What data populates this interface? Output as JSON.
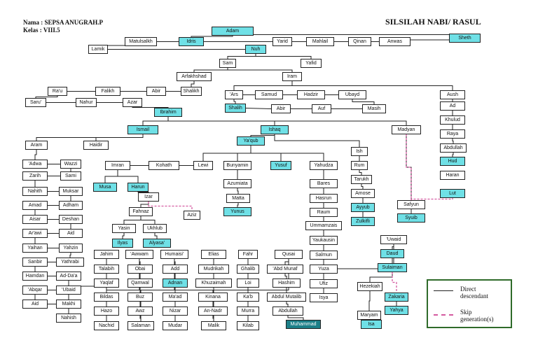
{
  "header": {
    "name": "Nama : SEPSA ANUGRAH.P",
    "class": "Kelas : VIII.5",
    "title": "SILSILAH NABI/ RASUL"
  },
  "legend": {
    "direct": "Direct descendant",
    "skip": "Skip generation(s)"
  },
  "colors": {
    "prophet": "#6fe0e6",
    "muhammad": "#1c7f88",
    "line": "#222222",
    "skip_line": "#d45aa0",
    "legend_border": "#2f6b2a"
  },
  "nodes": [
    {
      "id": "adam",
      "label": "Adam",
      "hl": true
    },
    {
      "id": "sheth",
      "label": "Sheth",
      "hl": true
    },
    {
      "id": "anwas",
      "label": "Anwas"
    },
    {
      "id": "qinan",
      "label": "Qinan"
    },
    {
      "id": "mahlail",
      "label": "Mahlail"
    },
    {
      "id": "yarid",
      "label": "Yarid"
    },
    {
      "id": "idris",
      "label": "Idris",
      "hl": true
    },
    {
      "id": "matusalkh",
      "label": "Matulsalkh"
    },
    {
      "id": "lamik",
      "label": "Lamik"
    },
    {
      "id": "nuh",
      "label": "Nuh",
      "hl": true
    },
    {
      "id": "sam",
      "label": "Sam"
    },
    {
      "id": "yafid",
      "label": "Yafid"
    },
    {
      "id": "arfakhshad",
      "label": "Arfakhshad"
    },
    {
      "id": "iram",
      "label": "Iram"
    },
    {
      "id": "shalikh",
      "label": "Shalikh"
    },
    {
      "id": "abir",
      "label": "Abir"
    },
    {
      "id": "falikh",
      "label": "Falikh"
    },
    {
      "id": "rafu",
      "label": "Ra'u"
    },
    {
      "id": "saru",
      "label": "Saru'"
    },
    {
      "id": "nahur",
      "label": "Nahur"
    },
    {
      "id": "azar",
      "label": "Azar"
    },
    {
      "id": "ibrahim",
      "label": "Ibrahim",
      "hl": true
    },
    {
      "id": "ars",
      "label": "'Ars"
    },
    {
      "id": "samud",
      "label": "Samud"
    },
    {
      "id": "hadzir",
      "label": "Hadzir"
    },
    {
      "id": "ubayd",
      "label": "Ubayd"
    },
    {
      "id": "shalih",
      "label": "Shalih",
      "hl": true
    },
    {
      "id": "abir2",
      "label": "Abir"
    },
    {
      "id": "auf",
      "label": "Auf"
    },
    {
      "id": "masih",
      "label": "Masih"
    },
    {
      "id": "aush",
      "label": "Aush"
    },
    {
      "id": "ad",
      "label": "Ad"
    },
    {
      "id": "khulud",
      "label": "Khulud"
    },
    {
      "id": "raya",
      "label": "Raya"
    },
    {
      "id": "abdullah_h",
      "label": "Abdullah"
    },
    {
      "id": "hud",
      "label": "Hud",
      "hl": true
    },
    {
      "id": "haran",
      "label": "Haran"
    },
    {
      "id": "lut",
      "label": "Lut",
      "hl": true
    },
    {
      "id": "ismail",
      "label": "Ismail",
      "hl": true
    },
    {
      "id": "ishaq",
      "label": "Ishaq",
      "hl": true
    },
    {
      "id": "madyan",
      "label": "Madyan"
    },
    {
      "id": "yaqub",
      "label": "Ya'qub",
      "hl": true
    },
    {
      "id": "ish",
      "label": "Ish"
    },
    {
      "id": "rum",
      "label": "Rum"
    },
    {
      "id": "tarukh",
      "label": "Tarukh"
    },
    {
      "id": "amose",
      "label": "Amose"
    },
    {
      "id": "ayyub",
      "label": "Ayyub",
      "hl": true
    },
    {
      "id": "zulkifli",
      "label": "Zulkifli",
      "hl": true
    },
    {
      "id": "safyun",
      "label": "Safyun"
    },
    {
      "id": "syuib",
      "label": "Syuib",
      "hl": true
    },
    {
      "id": "imran",
      "label": "Imran"
    },
    {
      "id": "kohath",
      "label": "Kohath"
    },
    {
      "id": "lewi",
      "label": "Lewi"
    },
    {
      "id": "bunyamin",
      "label": "Bunyamin"
    },
    {
      "id": "yusuf",
      "label": "Yusuf",
      "hl": true
    },
    {
      "id": "yahudza",
      "label": "Yahudza"
    },
    {
      "id": "musa",
      "label": "Musa",
      "hl": true
    },
    {
      "id": "harun",
      "label": "Harun",
      "hl": true
    },
    {
      "id": "izar",
      "label": "Izar"
    },
    {
      "id": "aziz",
      "label": "Aziz"
    },
    {
      "id": "fahnaz",
      "label": "Fahnaz"
    },
    {
      "id": "yasin",
      "label": "Yasin"
    },
    {
      "id": "ukhlub",
      "label": "Ukhlub"
    },
    {
      "id": "ilyas",
      "label": "Ilyas",
      "hl": true
    },
    {
      "id": "alyasa",
      "label": "Alyasa'",
      "hl": true
    },
    {
      "id": "azumiata",
      "label": "Azumiata"
    },
    {
      "id": "matta",
      "label": "Matta"
    },
    {
      "id": "yunus",
      "label": "Yunus",
      "hl": true
    },
    {
      "id": "bares",
      "label": "Bares"
    },
    {
      "id": "hasrun",
      "label": "Hasrun"
    },
    {
      "id": "raum",
      "label": "Raum"
    },
    {
      "id": "ummamzais",
      "label": "Ummamzais"
    },
    {
      "id": "yaukausin",
      "label": "Yaukausin"
    },
    {
      "id": "salmun",
      "label": "Salmun"
    },
    {
      "id": "yuza",
      "label": "Yuza"
    },
    {
      "id": "ufiz",
      "label": "Ufiz"
    },
    {
      "id": "isya",
      "label": "Isya"
    },
    {
      "id": "uwaid",
      "label": "'Uwaid"
    },
    {
      "id": "daud",
      "label": "Daud",
      "hl": true
    },
    {
      "id": "sulaiman",
      "label": "Sulaiman",
      "hl": true
    },
    {
      "id": "hezekiah",
      "label": "Hezekiah"
    },
    {
      "id": "zakaria",
      "label": "Zakaria",
      "hl": true
    },
    {
      "id": "yahya",
      "label": "Yahya",
      "hl": true
    },
    {
      "id": "maryam",
      "label": "Maryam"
    },
    {
      "id": "isa",
      "label": "Isa",
      "hl": true
    },
    {
      "id": "aram",
      "label": "Aram"
    },
    {
      "id": "haidir",
      "label": "Haidir"
    },
    {
      "id": "adwa",
      "label": "'Adwa"
    },
    {
      "id": "wazzi",
      "label": "Wazzi"
    },
    {
      "id": "zarih",
      "label": "Zarih"
    },
    {
      "id": "sami",
      "label": "Sami"
    },
    {
      "id": "nahith",
      "label": "Nahith"
    },
    {
      "id": "muksar",
      "label": "Muksar"
    },
    {
      "id": "amad",
      "label": "Amad"
    },
    {
      "id": "adham",
      "label": "Adham"
    },
    {
      "id": "aisar",
      "label": "Aisar"
    },
    {
      "id": "deshan",
      "label": "Deshan"
    },
    {
      "id": "arawi",
      "label": "Ar'awi"
    },
    {
      "id": "aid",
      "label": "Aid"
    },
    {
      "id": "yaihan",
      "label": "Yaihan"
    },
    {
      "id": "yahzin",
      "label": "Yahzin"
    },
    {
      "id": "sanbir",
      "label": "Sanbir"
    },
    {
      "id": "yathrabi",
      "label": "Yathrabi"
    },
    {
      "id": "hamdan",
      "label": "Hamdan"
    },
    {
      "id": "addaa",
      "label": "Ad-Da'a"
    },
    {
      "id": "abqar",
      "label": "'Abqar"
    },
    {
      "id": "ubaid",
      "label": "'Ubaid"
    },
    {
      "id": "aid2",
      "label": "Aid"
    },
    {
      "id": "makhi",
      "label": "Makhi"
    },
    {
      "id": "nahish",
      "label": "Nahish"
    },
    {
      "id": "jahim",
      "label": "Jahim"
    },
    {
      "id": "talabih",
      "label": "Talabih"
    },
    {
      "id": "yaqlaf",
      "label": "Yaqlaf"
    },
    {
      "id": "bildas",
      "label": "Bildas"
    },
    {
      "id": "hazo",
      "label": "Hazo"
    },
    {
      "id": "nachid",
      "label": "Nachid"
    },
    {
      "id": "awwam",
      "label": "'Awwam"
    },
    {
      "id": "obai",
      "label": "Obai"
    },
    {
      "id": "qamwal",
      "label": "Qamwal"
    },
    {
      "id": "buz",
      "label": "Buz"
    },
    {
      "id": "awz",
      "label": "Awz"
    },
    {
      "id": "salaman",
      "label": "Salaman"
    },
    {
      "id": "humaisi",
      "label": "Humaisi'"
    },
    {
      "id": "add",
      "label": "Add"
    },
    {
      "id": "adnan",
      "label": "Adnan",
      "hl": true
    },
    {
      "id": "maad",
      "label": "Ma'ad"
    },
    {
      "id": "nizar",
      "label": "Nizar"
    },
    {
      "id": "mudar",
      "label": "Mudar"
    },
    {
      "id": "elias",
      "label": "Elias"
    },
    {
      "id": "mudrikah",
      "label": "Mudrikah"
    },
    {
      "id": "khuzaimah",
      "label": "Khuzaimah"
    },
    {
      "id": "kinana",
      "label": "Kinana"
    },
    {
      "id": "annadr",
      "label": "An-Nadr"
    },
    {
      "id": "malik",
      "label": "Malik"
    },
    {
      "id": "fahr",
      "label": "Fahr"
    },
    {
      "id": "ghalib",
      "label": "Ghalib"
    },
    {
      "id": "loi",
      "label": "Loi"
    },
    {
      "id": "kab",
      "label": "Ka'b"
    },
    {
      "id": "murra",
      "label": "Murra"
    },
    {
      "id": "kilab",
      "label": "Kilab"
    },
    {
      "id": "qusai",
      "label": "Qusai"
    },
    {
      "id": "abdmunaf",
      "label": "'Abd Munaf"
    },
    {
      "id": "hashim",
      "label": "Hashim"
    },
    {
      "id": "abdulmutalib",
      "label": "Abdul Mutalib"
    },
    {
      "id": "abdullah",
      "label": "Abdullah"
    },
    {
      "id": "muhammad",
      "label": "Muhammad",
      "dk": true
    }
  ]
}
